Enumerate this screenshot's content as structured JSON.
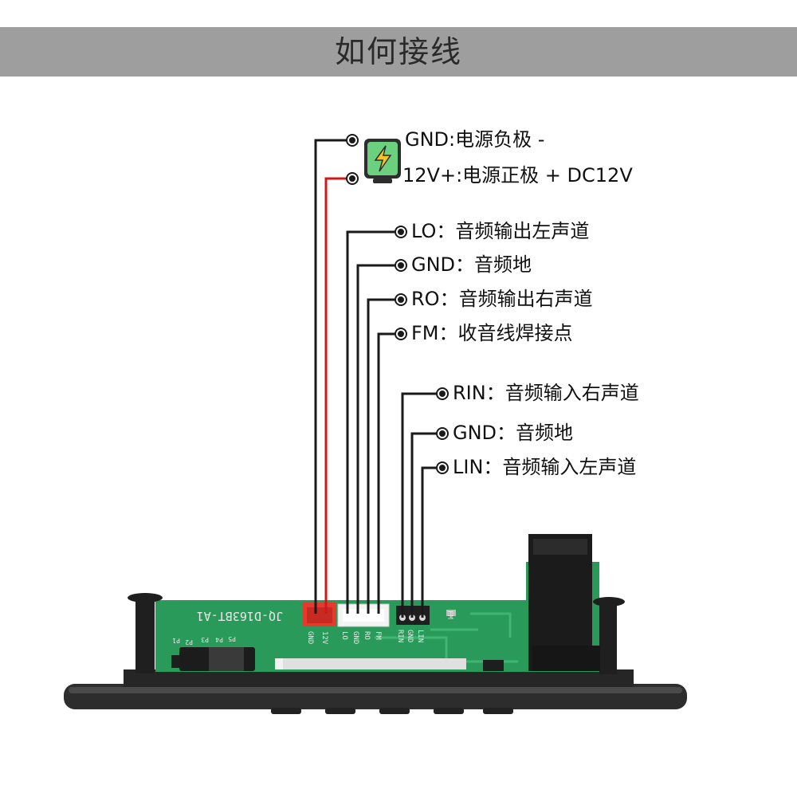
{
  "header": {
    "title": "如何接线"
  },
  "power": [
    {
      "pin": "GND",
      "desc": "电源负极 -",
      "wire_color": "#1a1a1a"
    },
    {
      "pin": "12V+",
      "desc": "电源正极 +  DC12V",
      "wire_color": "#d01818"
    }
  ],
  "output_pins": [
    {
      "pin": "LO",
      "desc": "音频输出左声道"
    },
    {
      "pin": "GND",
      "desc": "音频地"
    },
    {
      "pin": "RO",
      "desc": "音频输出右声道"
    },
    {
      "pin": "FM",
      "desc": "收音线焊接点"
    }
  ],
  "input_pins": [
    {
      "pin": "RIN",
      "desc": "音频输入右声道"
    },
    {
      "pin": "GND",
      "desc": "音频地"
    },
    {
      "pin": "LIN",
      "desc": "音频输入左声道"
    }
  ],
  "separators": {
    "power": ":",
    "signal": "："
  },
  "board": {
    "model": "JQ-D163BT-A1",
    "silk_power": [
      "GND",
      "12V"
    ],
    "silk_out": [
      "LO",
      "GND",
      "RO",
      "FM"
    ],
    "silk_in": [
      "RIN",
      "GND",
      "LIN"
    ],
    "silk_fm": "FM",
    "silk_p": [
      "P1",
      "P2",
      "P3",
      "P4",
      "P5"
    ]
  },
  "icons": {
    "power_adapter": "lightning-bolt-icon"
  },
  "colors": {
    "pcb": "#2a9a5a",
    "panel": "#2b2b2b",
    "wire_red": "#d01818",
    "wire_black": "#1a1a1a",
    "header_bg": "#9e9e9e"
  }
}
